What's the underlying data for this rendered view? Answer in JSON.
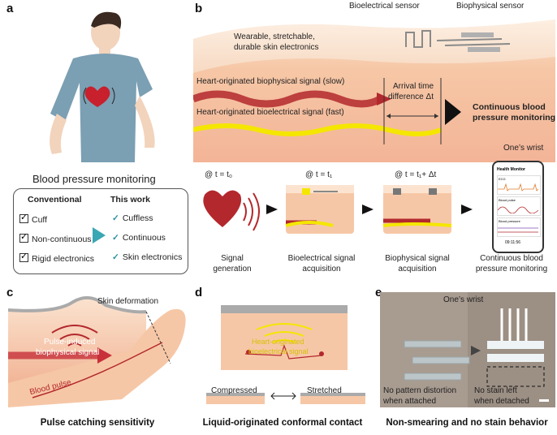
{
  "panels": {
    "a": "a",
    "b": "b",
    "c": "c",
    "d": "d",
    "e": "e"
  },
  "panel_a": {
    "title": "Blood pressure monitoring",
    "conventional_header": "Conventional",
    "this_work_header": "This work",
    "conventional_items": [
      "Cuff",
      "Non-continuous",
      "Rigid electronics"
    ],
    "this_work_items": [
      "Cuffless",
      "Continuous",
      "Skin electronics"
    ]
  },
  "panel_b": {
    "sensor1": "Bioelectrical sensor",
    "sensor2": "Biophysical sensor",
    "skin_label_line1": "Wearable, stretchable,",
    "skin_label_line2": "durable skin electronics",
    "slow_signal": "Heart-originated biophysical signal (slow)",
    "fast_signal": "Heart-originated bioelectrical signal (fast)",
    "arrival_line1": "Arrival time",
    "arrival_line2": "difference Δt",
    "output_line1": "Continuous blood",
    "output_line2": "pressure monitoring",
    "wrist": "One’s wrist",
    "steps": [
      {
        "time": "@ t = t₀",
        "caption": "Signal\ngeneration"
      },
      {
        "time": "@ t = t₁",
        "caption": "Bioelectrical signal\nacquisition"
      },
      {
        "time": "@ t = t₁+ Δt",
        "caption": "Biophysical signal\nacquisition"
      },
      {
        "time": "",
        "caption": "Continuous blood\npressure monitoring"
      }
    ],
    "phone": {
      "title": "Health Monitor",
      "ecg": "ECG",
      "pulse": "Blood pulse",
      "bp": "Blood pressure",
      "time": "09:11:56"
    }
  },
  "panel_c": {
    "skin_deformation": "Skin deformation",
    "pulse_signal_line1": "Pulse-induced",
    "pulse_signal_line2": "biophysical signal",
    "blood_pulse": "Blood pulse",
    "caption": "Pulse catching sensitivity"
  },
  "panel_d": {
    "heart_text_line1": "Heart-originated",
    "heart_text_line2": "bioelectrical signal",
    "compressed": "Compressed",
    "stretched": "Stretched",
    "caption": "Liquid-originated conformal contact"
  },
  "panel_e": {
    "wrist": "One’s wrist",
    "left_line1": "No pattern distortion",
    "left_line2": "when attached",
    "right_line1": "No stain left",
    "right_line2": "when detached",
    "caption": "Non-smearing and no stain behavior"
  },
  "colors": {
    "slow_wave": "#b3282d",
    "fast_wave": "#f5e600",
    "skin": "#f4c7a8",
    "accent": "#2a8fa0"
  }
}
